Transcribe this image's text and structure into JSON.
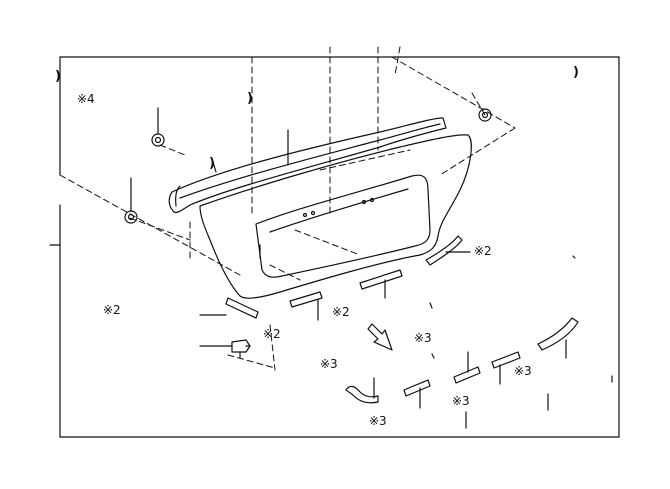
{
  "labels": {
    "ref4": "※4",
    "ref2_a": "※2",
    "ref2_b": "※2",
    "ref2_c": "※2",
    "ref2_d": "※2",
    "ref3_a": "※3",
    "ref3_b": "※3",
    "ref3_c": "※3",
    "ref3_d": "※3",
    "ref3_e": "※3"
  },
  "marks": {
    "paren_a": ")",
    "paren_b": ")",
    "paren_c": ")",
    "paren_d": ")"
  }
}
